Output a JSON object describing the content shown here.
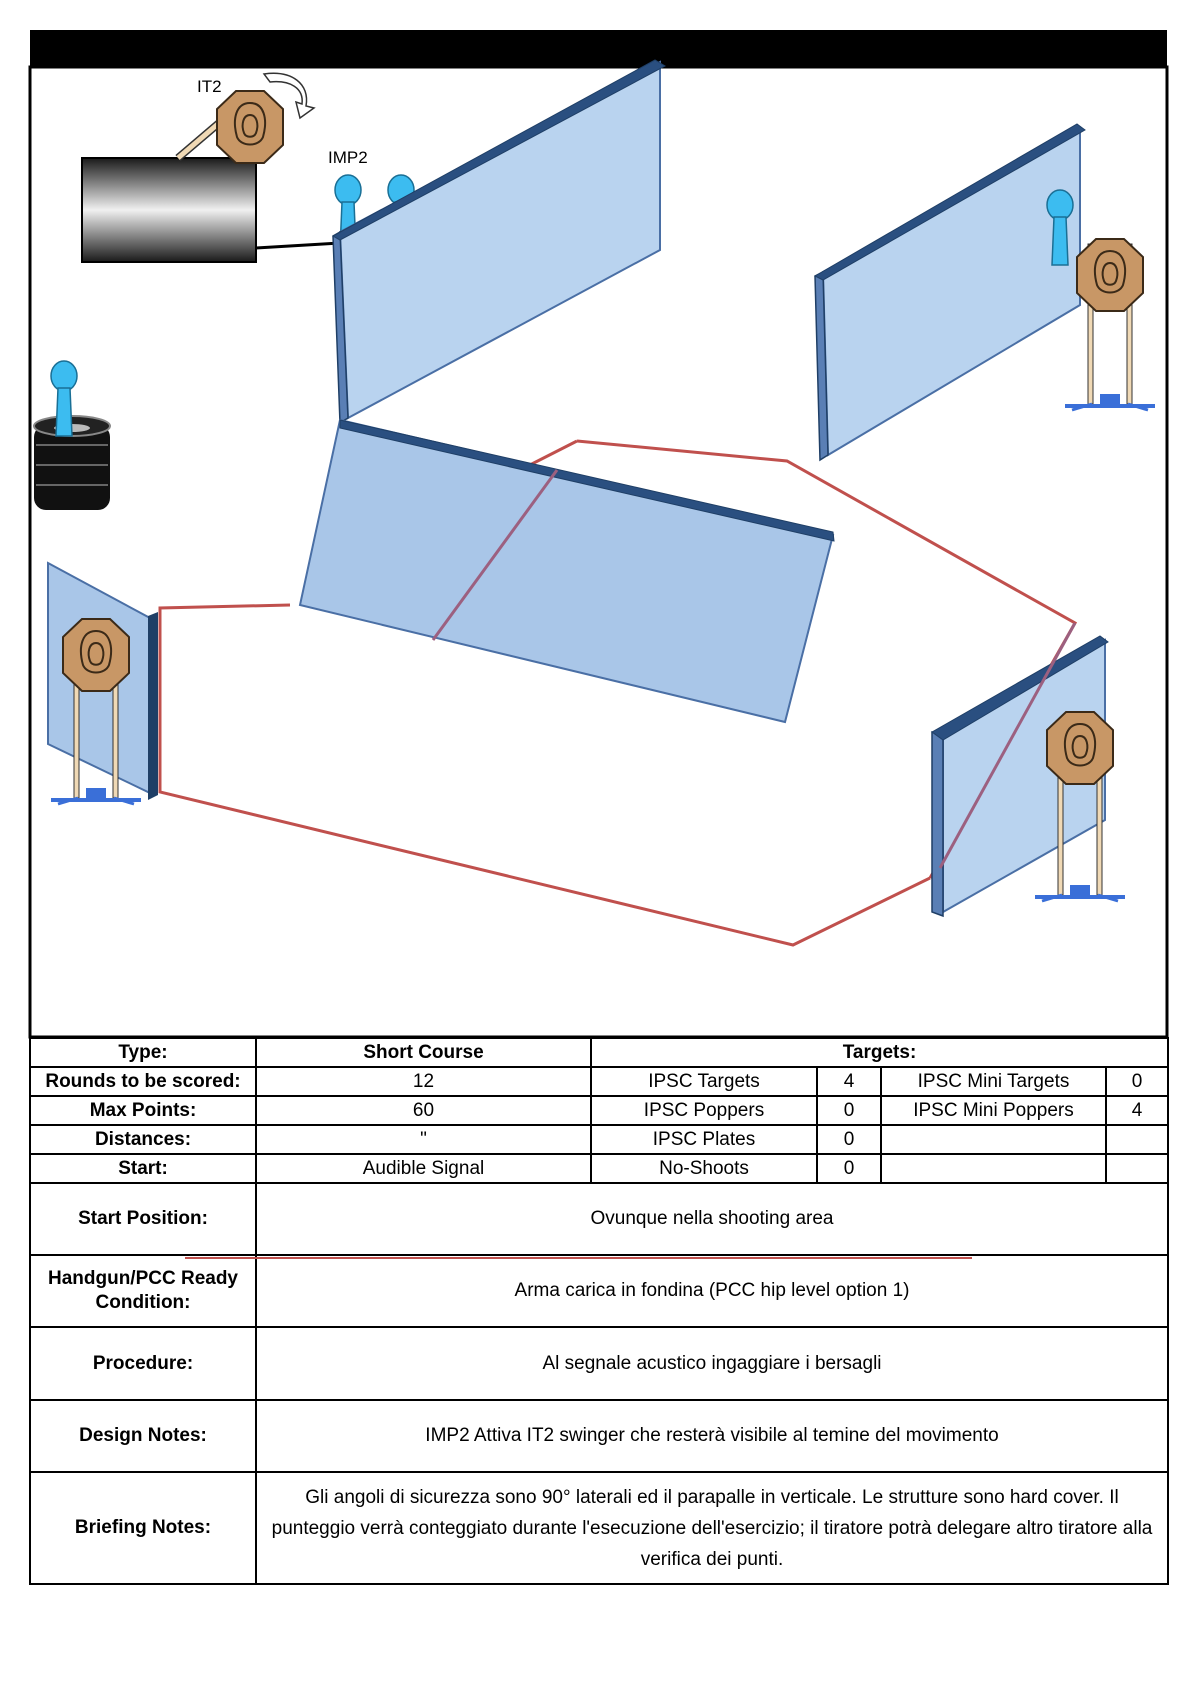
{
  "diagram": {
    "labels": {
      "it2": "IT2",
      "imp2": "IMP2"
    },
    "colors": {
      "wall_face": "#b9d3ef",
      "wall_edge": "#1f3f66",
      "fault_line": "#c0504d",
      "target_fill": "#c89766",
      "popper_fill": "#3cbcf0",
      "stand_blue": "#3a6fd8",
      "stand_leg": "#f0d9b5"
    },
    "icons": [
      "it2-swinger-target-icon",
      "rotation-arrow-icon",
      "mini-popper-icon",
      "ipsc-target-icon",
      "barrel-stack-icon",
      "activator-box-icon"
    ]
  },
  "table": {
    "type_label": "Type:",
    "type_value": "Short Course",
    "targets_label": "Targets:",
    "rounds_label": "Rounds to be scored:",
    "rounds_value": "12",
    "max_points_label": "Max Points:",
    "max_points_value": "60",
    "distances_label": "Distances:",
    "distances_value": "\"",
    "start_label": "Start:",
    "start_value": "Audible Signal",
    "targets": [
      {
        "name": "IPSC Targets",
        "count": "4",
        "name2": "IPSC Mini Targets",
        "count2": "0"
      },
      {
        "name": "IPSC Poppers",
        "count": "0",
        "name2": "IPSC Mini Poppers",
        "count2": "4"
      },
      {
        "name": "IPSC Plates",
        "count": "0",
        "name2": "",
        "count2": ""
      },
      {
        "name": "No-Shoots",
        "count": "0",
        "name2": "",
        "count2": ""
      }
    ],
    "start_position_label": "Start Position:",
    "start_position_value": "Ovunque nella shooting area",
    "ready_condition_label": "Handgun/PCC Ready Condition:",
    "ready_condition_value": "Arma carica in fondina (PCC hip level option 1)",
    "procedure_label": "Procedure:",
    "procedure_value": "Al segnale acustico ingaggiare i bersagli",
    "design_notes_label": "Design Notes:",
    "design_notes_value": "IMP2 Attiva IT2 swinger che resterà visibile al temine del movimento",
    "briefing_notes_label": "Briefing Notes:",
    "briefing_notes_value": "Gli angoli di sicurezza sono 90° laterali ed il parapalle in verticale. Le strutture sono hard cover. Il punteggio verrà conteggiato durante l'esecuzione dell'esercizio; il tiratore potrà delegare altro tiratore alla verifica  dei punti."
  }
}
